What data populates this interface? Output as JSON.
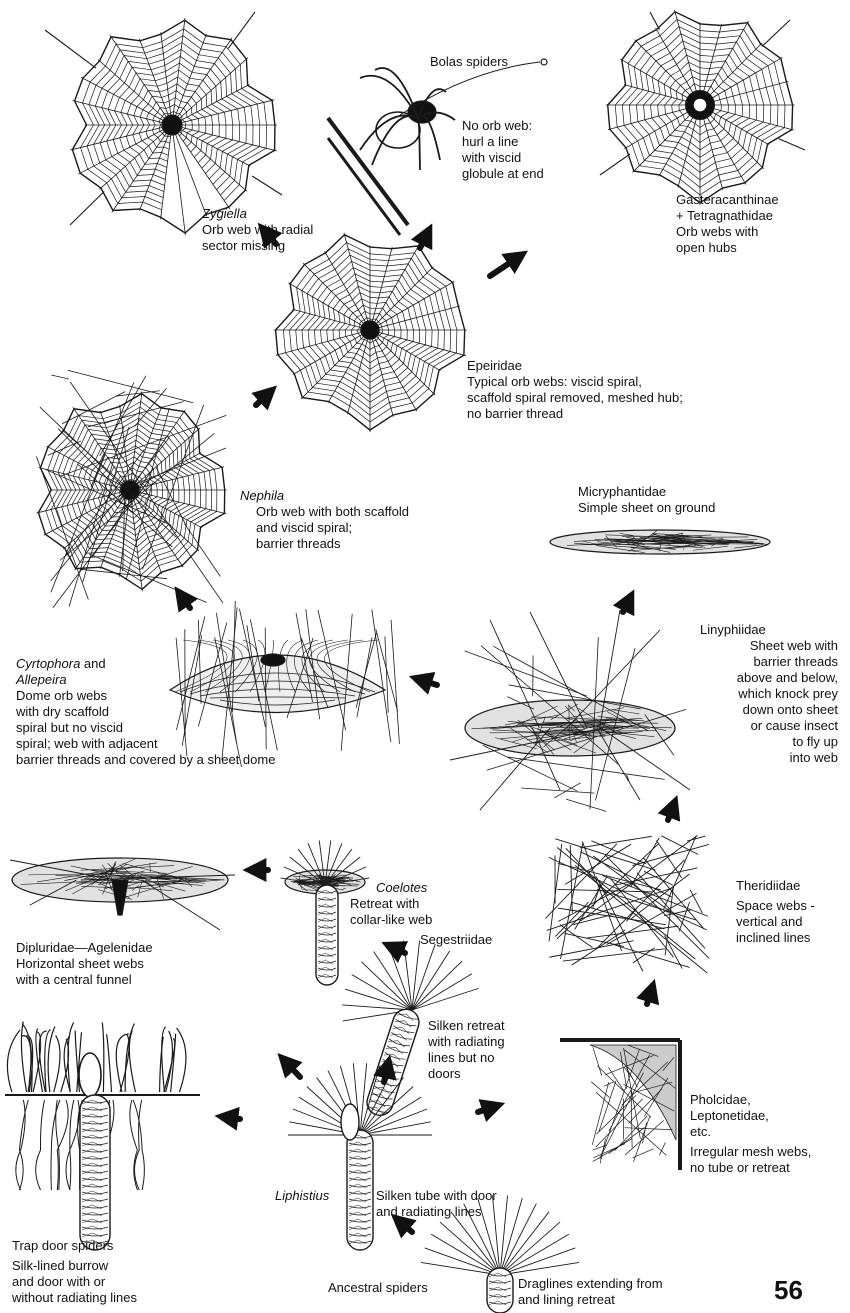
{
  "labels": {
    "zygiella": {
      "name": "Zygiella",
      "desc": "Orb web with radial\nsector missing"
    },
    "bolas": {
      "name": "Bolas spiders",
      "desc": "No orb web:\nhurl a line\nwith viscid\nglobule at end"
    },
    "gastera": {
      "name": "Gasteracanthinae\n+ Tetragnathidae",
      "desc": "Orb webs with\nopen hubs"
    },
    "epeiridae": {
      "name": "Epeiridae",
      "desc": "Typical orb webs: viscid spiral,\nscaffold spiral removed, meshed hub;\nno barrier thread"
    },
    "nephila": {
      "name": "Nephila",
      "desc": "Orb web with both scaffold\nand viscid spiral;\nbarrier threads"
    },
    "micryphantidae": {
      "name": "Micryphantidae",
      "desc": "Simple sheet on ground"
    },
    "cyrtophora": {
      "name": "Cyrtophora",
      "and": " and",
      "name2": "Allepeira",
      "desc": "Dome orb webs\nwith dry scaffold\nspiral but no viscid\nspiral; web with adjacent\nbarrier threads and covered by a sheet dome"
    },
    "linyphiidae": {
      "name": "Linyphiidae",
      "desc": "Sheet web with\nbarrier threads\nabove and below,\nwhich knock prey\ndown onto sheet\nor cause insect\nto fly up\ninto web"
    },
    "dipluridae": {
      "name": "Dipluridae—Agelenidae",
      "desc": "Horizontal sheet webs\nwith a central funnel"
    },
    "coelotes": {
      "name": "Coelotes",
      "desc": "Retreat with\ncollar-like web"
    },
    "segestriidae": {
      "name": "Segestriidae",
      "desc": "Silken retreat\nwith radiating\nlines but no\ndoors"
    },
    "theridiidae": {
      "name": "Theridiidae",
      "desc": "Space webs -\nvertical and\ninclined lines"
    },
    "pholcidae": {
      "name": "Pholcidae,\nLeptonetidae,\netc.",
      "desc": "Irregular mesh webs,\nno tube or retreat"
    },
    "liphistius": {
      "name": "Liphistius",
      "desc": "Silken tube with door\nand radiating lines"
    },
    "trapdoor": {
      "name": "Trap door spiders",
      "desc": "Silk-lined burrow\nand door with or\nwithout radiating lines"
    },
    "ancestral": {
      "name": "Ancestral spiders",
      "desc": "Draglines extending from\nand lining retreat"
    }
  },
  "page_number": "56"
}
